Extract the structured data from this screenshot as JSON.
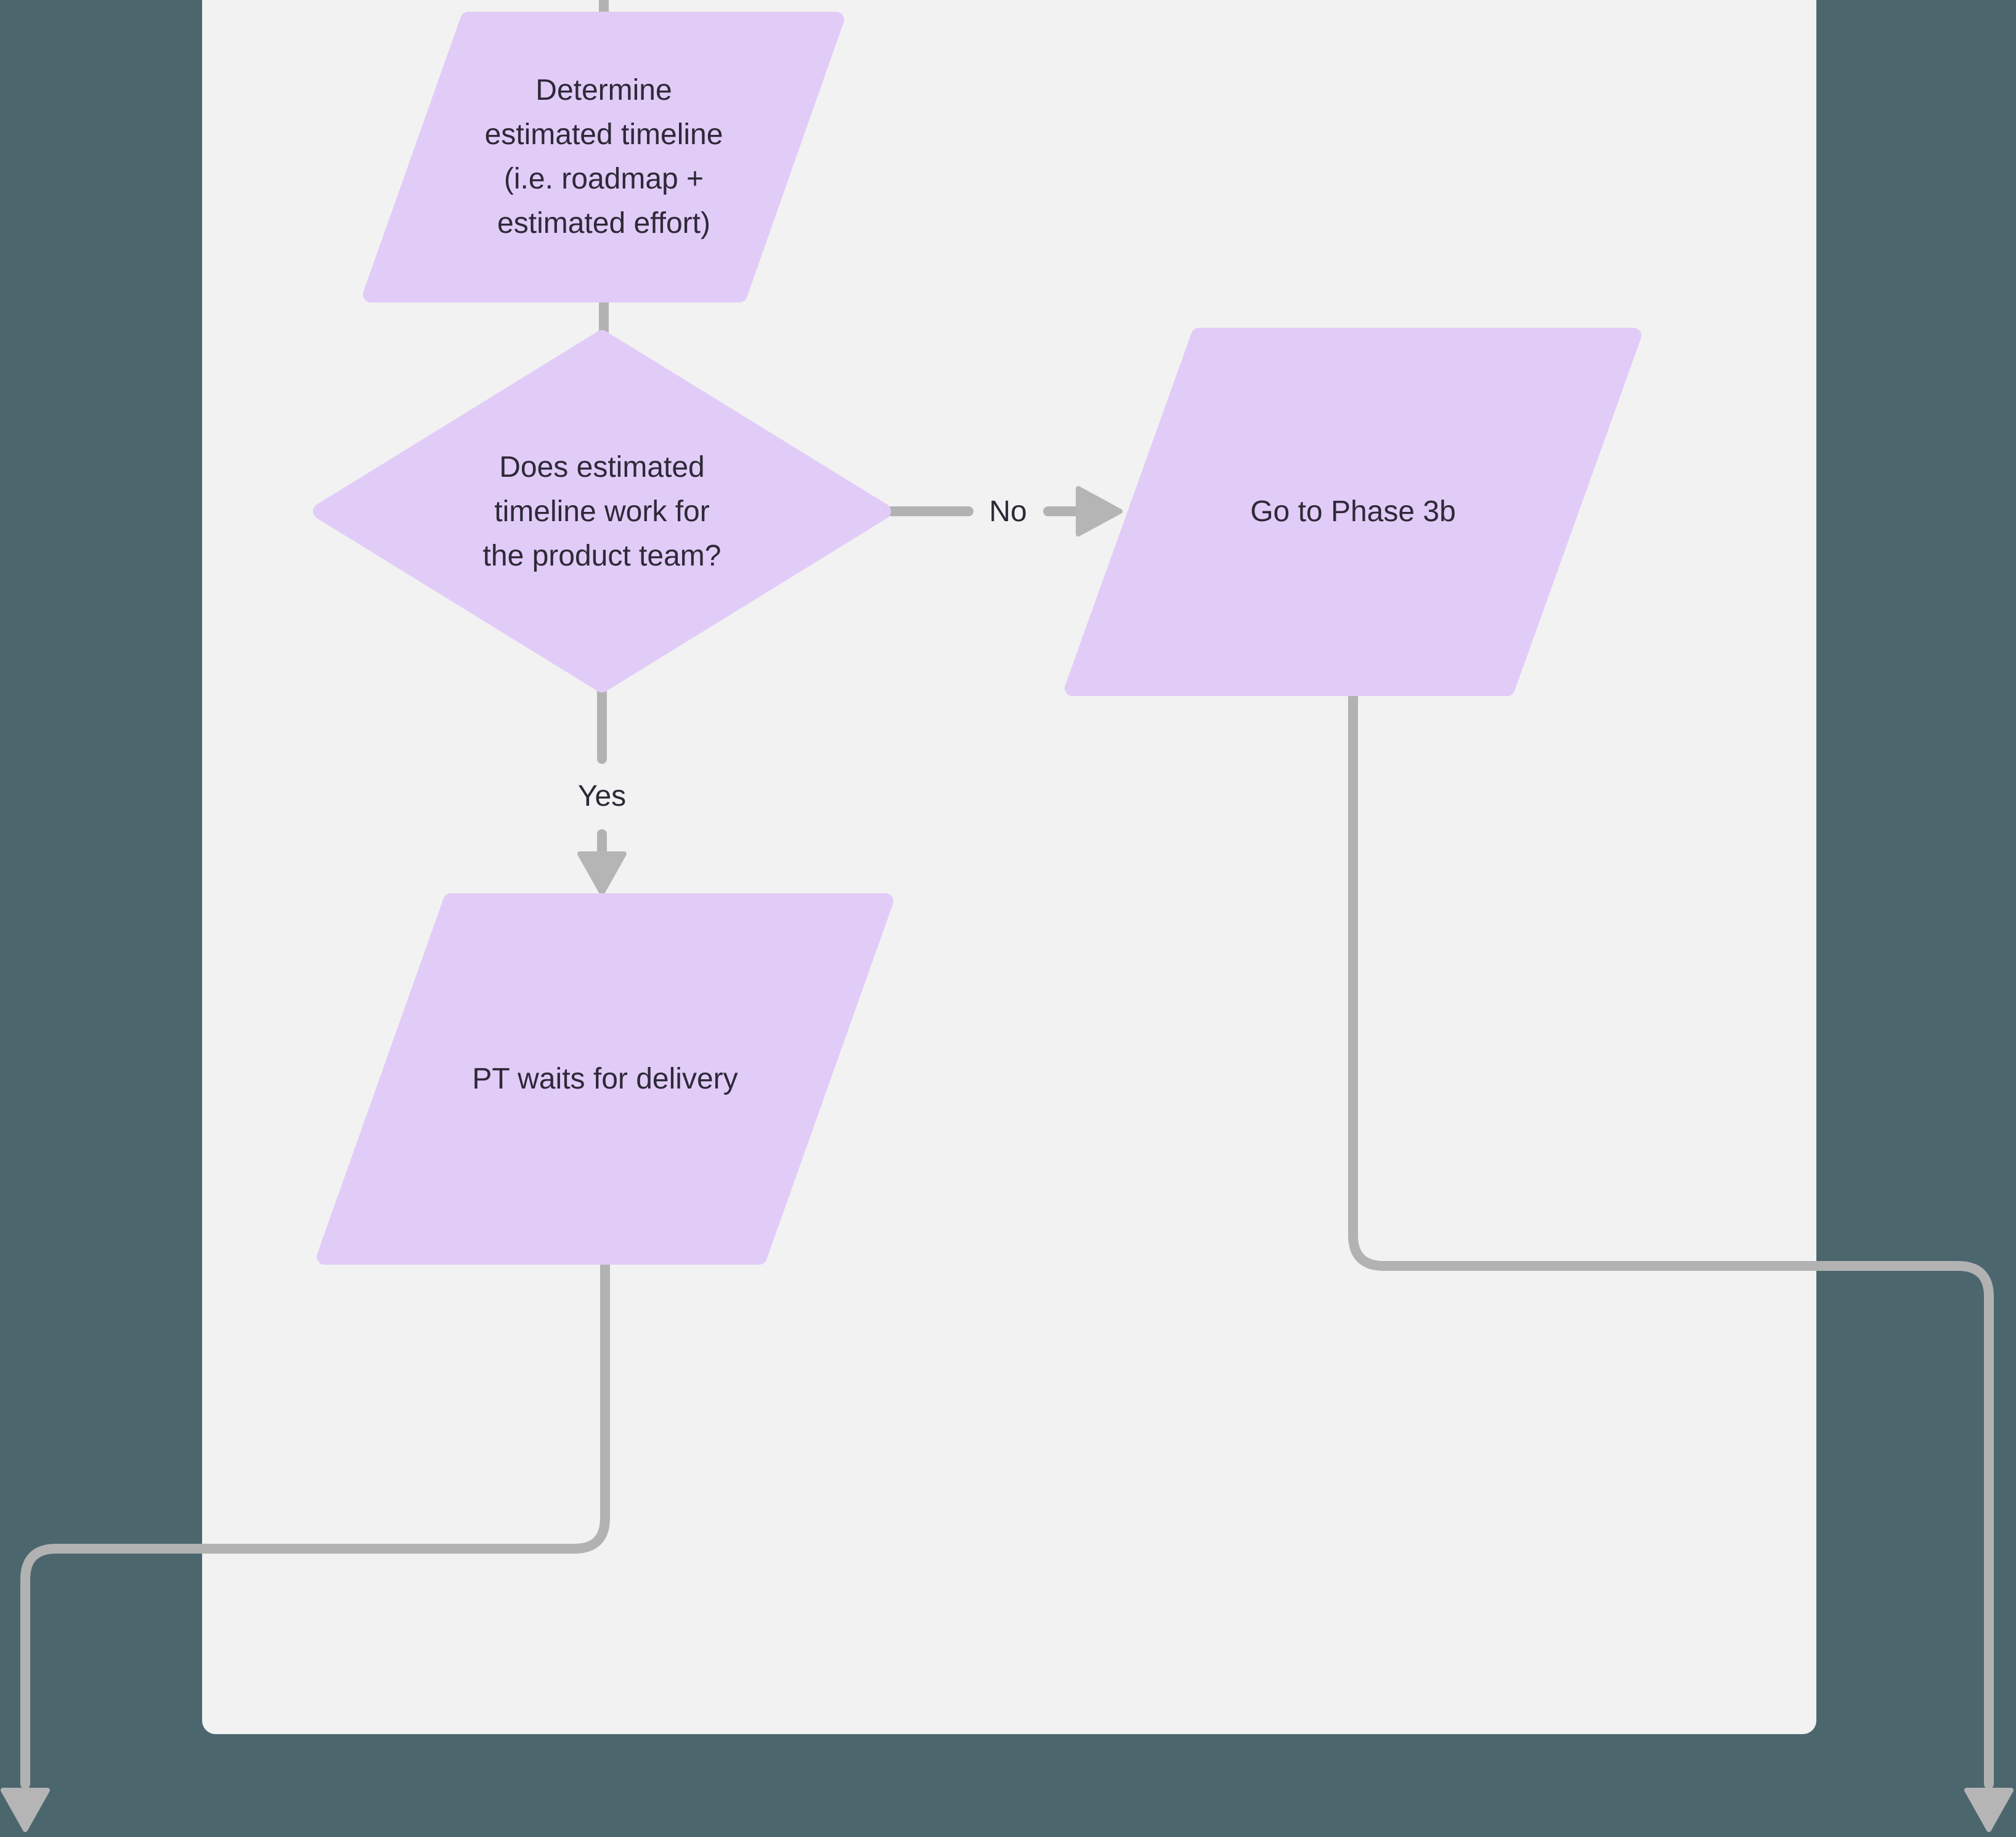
{
  "flowchart": {
    "nodes": [
      {
        "id": "determine-timeline",
        "type": "parallelogram",
        "lines": [
          "Determine",
          "estimated timeline",
          "(i.e. roadmap +",
          "estimated effort)"
        ]
      },
      {
        "id": "timeline-works-decision",
        "type": "diamond",
        "lines": [
          "Does estimated",
          "timeline work for",
          "the product team?"
        ]
      },
      {
        "id": "go-phase-3b",
        "type": "parallelogram",
        "lines": [
          "Go to Phase 3b"
        ]
      },
      {
        "id": "pt-waits",
        "type": "parallelogram",
        "lines": [
          "PT waits for delivery"
        ]
      }
    ],
    "edge_labels": {
      "no": "No",
      "yes": "Yes"
    },
    "colors": {
      "backdrop": "#4c666e",
      "canvas": "#f2f2f2",
      "shape_fill": "#e1ccf8",
      "connector": "#b2b2b2",
      "text": "#2e2937"
    }
  }
}
